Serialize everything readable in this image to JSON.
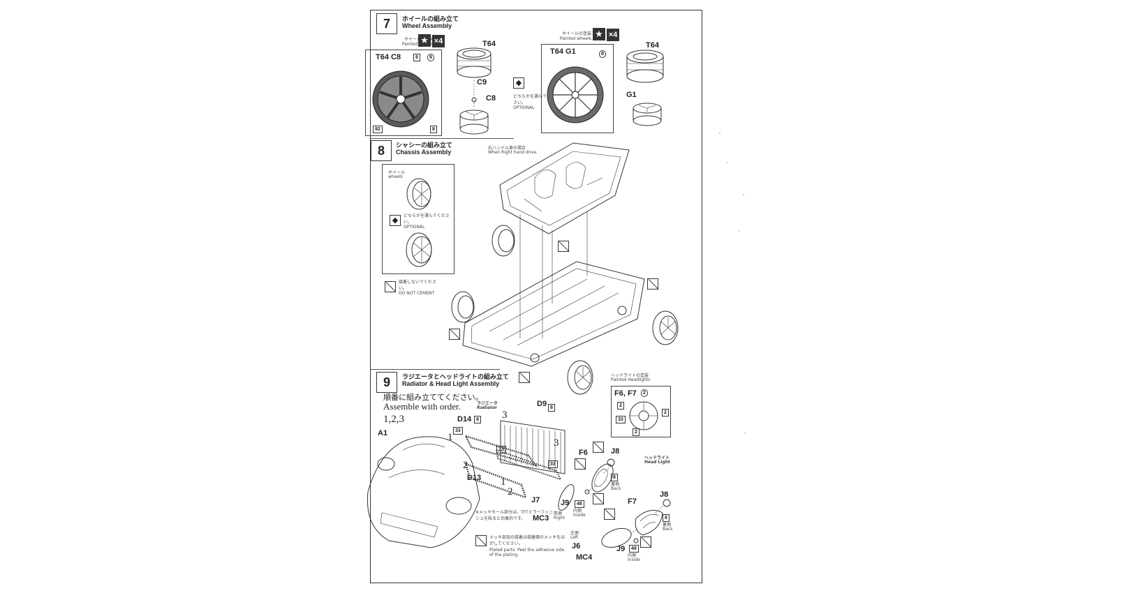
{
  "step7": {
    "number": "7",
    "title_jp": "ホイールの組み立て",
    "title_en": "Wheel Assembly",
    "left_panel": {
      "caption_jp": "ホイールの塗装",
      "caption_en": "Painted wheels",
      "multiplier": "×4",
      "label_main": "T64 C8",
      "tag_a": "8",
      "tag_b": "8",
      "tag_c": "92",
      "tag_d": "8"
    },
    "left_parts": {
      "tire": "T64",
      "cap": "C9",
      "rim": "C8"
    },
    "optional_note_jp": "どちらかを選んでください。",
    "optional_note_en": "OPTIONAL",
    "right_panel": {
      "caption_jp": "ホイールの塗装",
      "caption_en": "Painted wheels",
      "multiplier": "×4",
      "label_main": "T64 G1",
      "tag_a": "8"
    },
    "right_parts": {
      "tire": "T64",
      "rim": "G1"
    }
  },
  "step8": {
    "number": "8",
    "title_jp": "シャシーの組み立て",
    "title_en": "Chassis Assembly",
    "wheel_box_jp": "ホイール",
    "wheel_box_en": "wheels",
    "optional_note_jp": "どちらかを選んでください。",
    "optional_note_en": "OPTIONAL",
    "rhd_note_jp": "右ハンドル車の場合",
    "rhd_note_en": "When Right hand drive.",
    "no_cement_jp": "接着しないでください。",
    "no_cement_en": "DO NOT CEMENT"
  },
  "step9": {
    "number": "9",
    "title_jp": "ラジエータとヘッドライトの組み立て",
    "title_en": "Radiator & Head Light Assembly",
    "order_jp": "順番に組み立ててください。",
    "order_en": "Assemble with order.",
    "order_seq": "1,2,3",
    "radiator_jp": "ラジエータ",
    "radiator_en": "Radiator",
    "parts": {
      "a1": "A1",
      "d14": "D14",
      "d9": "D9",
      "d13": "D13",
      "f6": "F6",
      "f7": "F7",
      "j8a": "J8",
      "j8b": "J8",
      "j7": "J7",
      "mc3": "MC3",
      "j9a": "J9",
      "j9b": "J9",
      "j6": "J6",
      "mc4": "MC4"
    },
    "nums": {
      "one": "1",
      "two": "2",
      "three": "3"
    },
    "tags": {
      "d14": "8",
      "d9": "8",
      "t33": "33",
      "t33b": "33",
      "t33c": "33",
      "j8a": "8",
      "j8b": "8",
      "t48": "48",
      "t48b": "48"
    },
    "headlight_paint_jp": "ヘッドライトの塗装",
    "headlight_paint_en": "Painted Headlights",
    "headlight_box": {
      "label": "F6, F7",
      "tag_top": "2",
      "tag_left": "2",
      "tag_right": "2",
      "tag_33": "33",
      "tag_bottom": "2"
    },
    "headlight_jp": "ヘッドライト",
    "headlight_en": "Head Light",
    "back_jp": "裏側",
    "back_en": "Back",
    "right_jp": "右側",
    "right_en": "Right",
    "left_jp": "左側",
    "left_en": "Left",
    "inside_jp": "内側",
    "inside_en": "Inside",
    "chrome_note_jp": "※メッキモール部分は、TFTミラーフィニッシュを貼ると効果的です。",
    "plating_note_jp": "メッキ部品の接着は接着面のメッキをはがしてください。",
    "plating_note_en": "Plated parts: Peel the adhesive side of the plating."
  }
}
